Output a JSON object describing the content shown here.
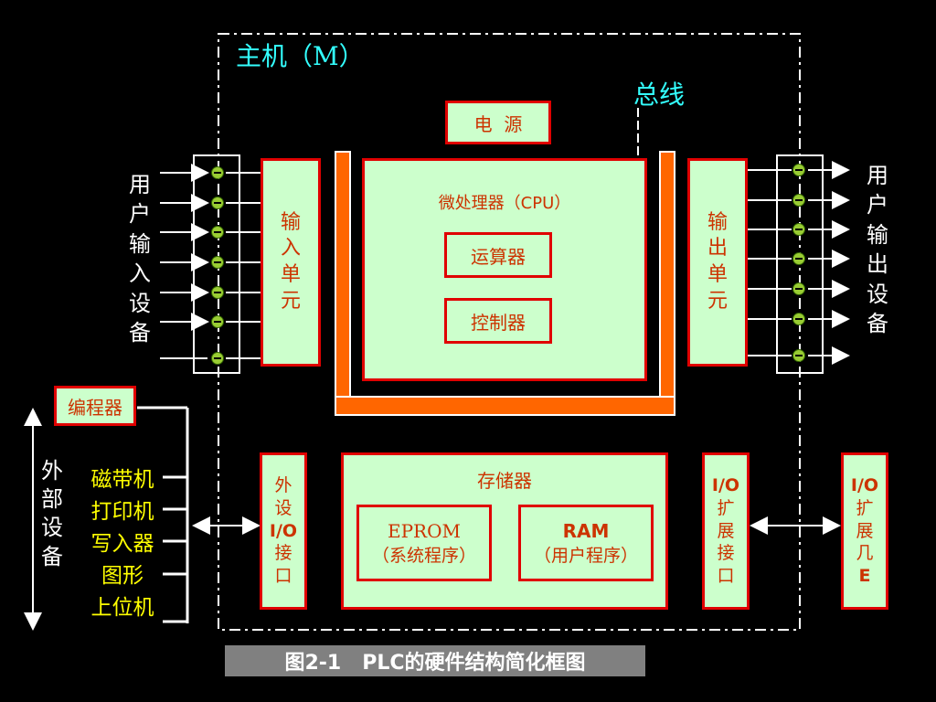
{
  "host_label": "主机（M）",
  "bus_label": "总线",
  "power": "电  源",
  "input_unit": [
    "输",
    "入",
    "单",
    "元"
  ],
  "output_unit": [
    "输",
    "出",
    "单",
    "元"
  ],
  "cpu": {
    "title": "微处理器（CPU）",
    "alu": "运算器",
    "controller": "控制器"
  },
  "user_input_device": [
    "用",
    "户",
    "输",
    "入",
    "设",
    "备"
  ],
  "user_output_device": [
    "用",
    "户",
    "输",
    "出",
    "设",
    "备"
  ],
  "programmer": "编程器",
  "external_devices_label": [
    "外",
    "部",
    "设",
    "备"
  ],
  "external_devices": [
    "磁带机",
    "打印机",
    "写入器",
    "图形",
    "上位机"
  ],
  "peripheral_io": [
    "外",
    "设",
    "I/O",
    "接",
    "口"
  ],
  "memory": {
    "title": "存储器",
    "eprom_name": "EPROM",
    "eprom_desc": "（系统程序）",
    "ram_name": "RAM",
    "ram_desc": "（用户程序）"
  },
  "io_expansion_interface": [
    "I/O",
    "扩",
    "展",
    "接",
    "口"
  ],
  "io_expansion_unit": [
    "I/O",
    "扩",
    "展",
    "几",
    "E"
  ],
  "caption": "图2-1   PLC的硬件结构简化框图",
  "colors": {
    "box_fill": "#ccffcc",
    "box_border": "#e00000",
    "box_text": "#cc3300",
    "bus": "#ff6600",
    "title": "#33ffff",
    "device_text": "#ffff00",
    "caption_bg": "#808080"
  }
}
